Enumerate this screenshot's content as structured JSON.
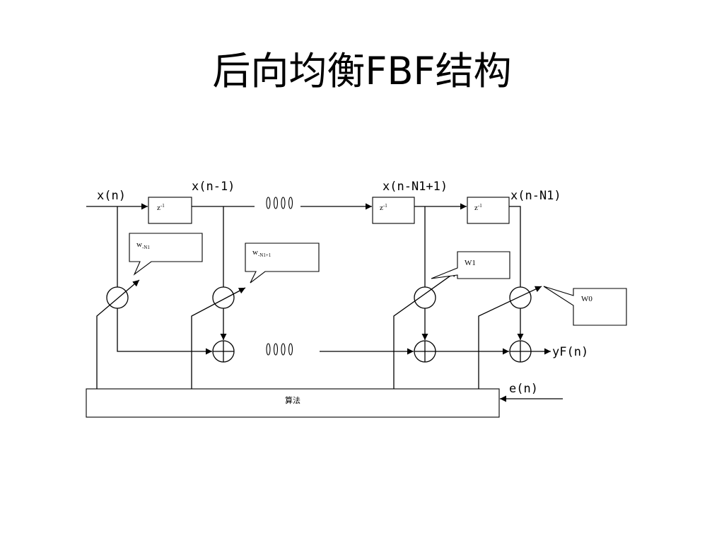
{
  "title": "后向均衡FBF结构",
  "signals": {
    "input": "x(n)",
    "tap_1": "x(n-1)",
    "tap_n1_minus_1": "x(n-N1+1)",
    "tap_n1": "x(n-N1)",
    "output": "yF(n)",
    "error": "e(n)"
  },
  "delay": {
    "base": "z",
    "exponent": "-1"
  },
  "weights": [
    {
      "symbol": "w",
      "subscript": "-N1"
    },
    {
      "symbol": "w",
      "subscript": "-N1+1"
    },
    {
      "symbol": "W1"
    },
    {
      "symbol": "W0"
    }
  ],
  "algorithm": "算法",
  "colors": {
    "line": "#000000",
    "background": "#ffffff"
  }
}
